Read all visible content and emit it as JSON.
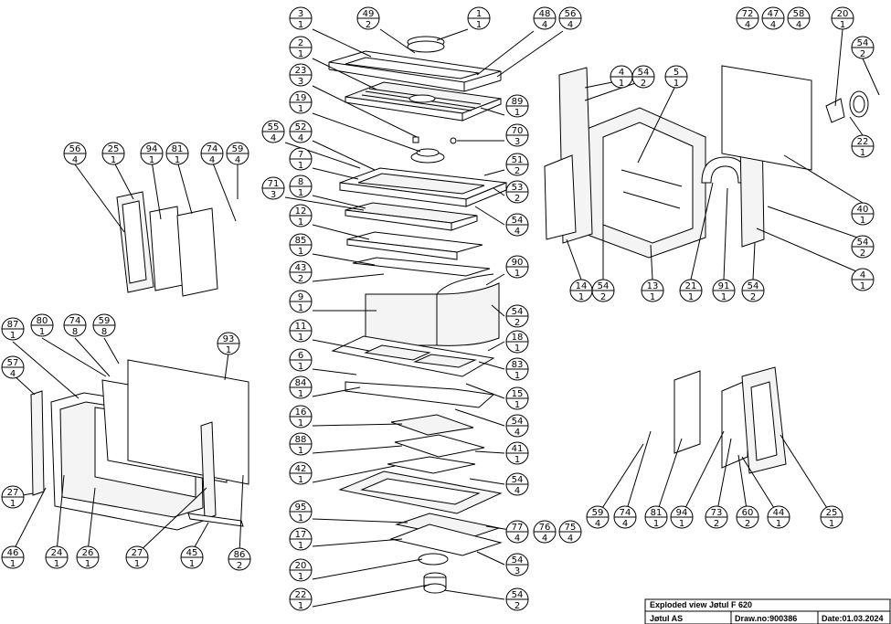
{
  "title_block": {
    "title": "Exploded view Jøtul F 620",
    "company": "Jøtul AS",
    "drawing_no": "Draw.no:900386",
    "date": "Date:01.03.2024"
  },
  "balloons": {
    "b_3_1": {
      "top": "3",
      "bot": "1"
    },
    "b_49_2": {
      "top": "49",
      "bot": "2"
    },
    "b_1_1_top": {
      "top": "1",
      "bot": "1"
    },
    "b_48_4": {
      "top": "48",
      "bot": "4"
    },
    "b_56_4_top": {
      "top": "56",
      "bot": "4"
    },
    "b_2_1": {
      "top": "2",
      "bot": "1"
    },
    "b_23_3": {
      "top": "23",
      "bot": "3"
    },
    "b_19_1": {
      "top": "19",
      "bot": "1"
    },
    "b_55_4": {
      "top": "55",
      "bot": "4"
    },
    "b_52_4": {
      "top": "52",
      "bot": "4"
    },
    "b_7_1": {
      "top": "7",
      "bot": "1"
    },
    "b_71_3": {
      "top": "71",
      "bot": "3"
    },
    "b_8_1": {
      "top": "8",
      "bot": "1"
    },
    "b_12_1": {
      "top": "12",
      "bot": "1"
    },
    "b_85_1": {
      "top": "85",
      "bot": "1"
    },
    "b_43_2": {
      "top": "43",
      "bot": "2"
    },
    "b_9_1": {
      "top": "9",
      "bot": "1"
    },
    "b_11_1": {
      "top": "11",
      "bot": "1"
    },
    "b_6_1": {
      "top": "6",
      "bot": "1"
    },
    "b_84_1": {
      "top": "84",
      "bot": "1"
    },
    "b_16_1": {
      "top": "16",
      "bot": "1"
    },
    "b_88_1": {
      "top": "88",
      "bot": "1"
    },
    "b_42_1": {
      "top": "42",
      "bot": "1"
    },
    "b_95_1": {
      "top": "95",
      "bot": "1"
    },
    "b_17_1": {
      "top": "17",
      "bot": "1"
    },
    "b_20_1_mid": {
      "top": "20",
      "bot": "1"
    },
    "b_22_1_mid": {
      "top": "22",
      "bot": "1"
    },
    "b_89_1": {
      "top": "89",
      "bot": "1"
    },
    "b_70_3": {
      "top": "70",
      "bot": "3"
    },
    "b_51_2": {
      "top": "51",
      "bot": "2"
    },
    "b_53_2": {
      "top": "53",
      "bot": "2"
    },
    "b_54_4_a": {
      "top": "54",
      "bot": "4"
    },
    "b_90_1": {
      "top": "90",
      "bot": "1"
    },
    "b_54_2_a": {
      "top": "54",
      "bot": "2"
    },
    "b_18_1": {
      "top": "18",
      "bot": "1"
    },
    "b_83_1": {
      "top": "83",
      "bot": "1"
    },
    "b_15_1": {
      "top": "15",
      "bot": "1"
    },
    "b_54_4_b": {
      "top": "54",
      "bot": "4"
    },
    "b_41_1": {
      "top": "41",
      "bot": "1"
    },
    "b_54_4_c": {
      "top": "54",
      "bot": "4"
    },
    "b_77_4": {
      "top": "77",
      "bot": "4"
    },
    "b_76_4": {
      "top": "76",
      "bot": "4"
    },
    "b_75_4": {
      "top": "75",
      "bot": "4"
    },
    "b_54_3": {
      "top": "54",
      "bot": "3"
    },
    "b_54_2_b": {
      "top": "54",
      "bot": "2"
    },
    "b_4_1_a": {
      "top": "4",
      "bot": "1"
    },
    "b_54_2_c": {
      "top": "54",
      "bot": "2"
    },
    "b_5_1": {
      "top": "5",
      "bot": "1"
    },
    "b_14_1": {
      "top": "14",
      "bot": "1"
    },
    "b_54_2_d": {
      "top": "54",
      "bot": "2"
    },
    "b_13_1": {
      "top": "13",
      "bot": "1"
    },
    "b_21_1": {
      "top": "21",
      "bot": "1"
    },
    "b_91_1": {
      "top": "91",
      "bot": "1"
    },
    "b_54_2_e": {
      "top": "54",
      "bot": "2"
    },
    "b_72_4": {
      "top": "72",
      "bot": "4"
    },
    "b_47_4": {
      "top": "47",
      "bot": "4"
    },
    "b_58_4": {
      "top": "58",
      "bot": "4"
    },
    "b_20_1_r": {
      "top": "20",
      "bot": "1"
    },
    "b_54_2_f": {
      "top": "54",
      "bot": "2"
    },
    "b_22_1_r": {
      "top": "22",
      "bot": "1"
    },
    "b_40_1": {
      "top": "40",
      "bot": "1"
    },
    "b_54_2_g": {
      "top": "54",
      "bot": "2"
    },
    "b_4_1_b": {
      "top": "4",
      "bot": "1"
    },
    "b_56_4_l": {
      "top": "56",
      "bot": "4"
    },
    "b_25_1_l": {
      "top": "25",
      "bot": "1"
    },
    "b_94_1_l": {
      "top": "94",
      "bot": "1"
    },
    "b_81_1_l": {
      "top": "81",
      "bot": "1"
    },
    "b_74_4_l": {
      "top": "74",
      "bot": "4"
    },
    "b_59_4_l": {
      "top": "59",
      "bot": "4"
    },
    "b_87_1": {
      "top": "87",
      "bot": "1"
    },
    "b_80_1": {
      "top": "80",
      "bot": "1"
    },
    "b_74_8": {
      "top": "74",
      "bot": "8"
    },
    "b_59_8": {
      "top": "59",
      "bot": "8"
    },
    "b_93_1": {
      "top": "93",
      "bot": "1"
    },
    "b_57_4": {
      "top": "57",
      "bot": "4"
    },
    "b_27_1_a": {
      "top": "27",
      "bot": "1"
    },
    "b_46_1": {
      "top": "46",
      "bot": "1"
    },
    "b_24_1": {
      "top": "24",
      "bot": "1"
    },
    "b_26_1": {
      "top": "26",
      "bot": "1"
    },
    "b_27_1_b": {
      "top": "27",
      "bot": "1"
    },
    "b_45_1": {
      "top": "45",
      "bot": "1"
    },
    "b_86_2": {
      "top": "86",
      "bot": "2"
    },
    "b_59_4_r": {
      "top": "59",
      "bot": "4"
    },
    "b_74_4_r": {
      "top": "74",
      "bot": "4"
    },
    "b_81_1_r": {
      "top": "81",
      "bot": "1"
    },
    "b_94_1_r": {
      "top": "94",
      "bot": "1"
    },
    "b_73_2": {
      "top": "73",
      "bot": "2"
    },
    "b_60_2": {
      "top": "60",
      "bot": "2"
    },
    "b_44_1": {
      "top": "44",
      "bot": "1"
    },
    "b_25_1_r": {
      "top": "25",
      "bot": "1"
    }
  }
}
